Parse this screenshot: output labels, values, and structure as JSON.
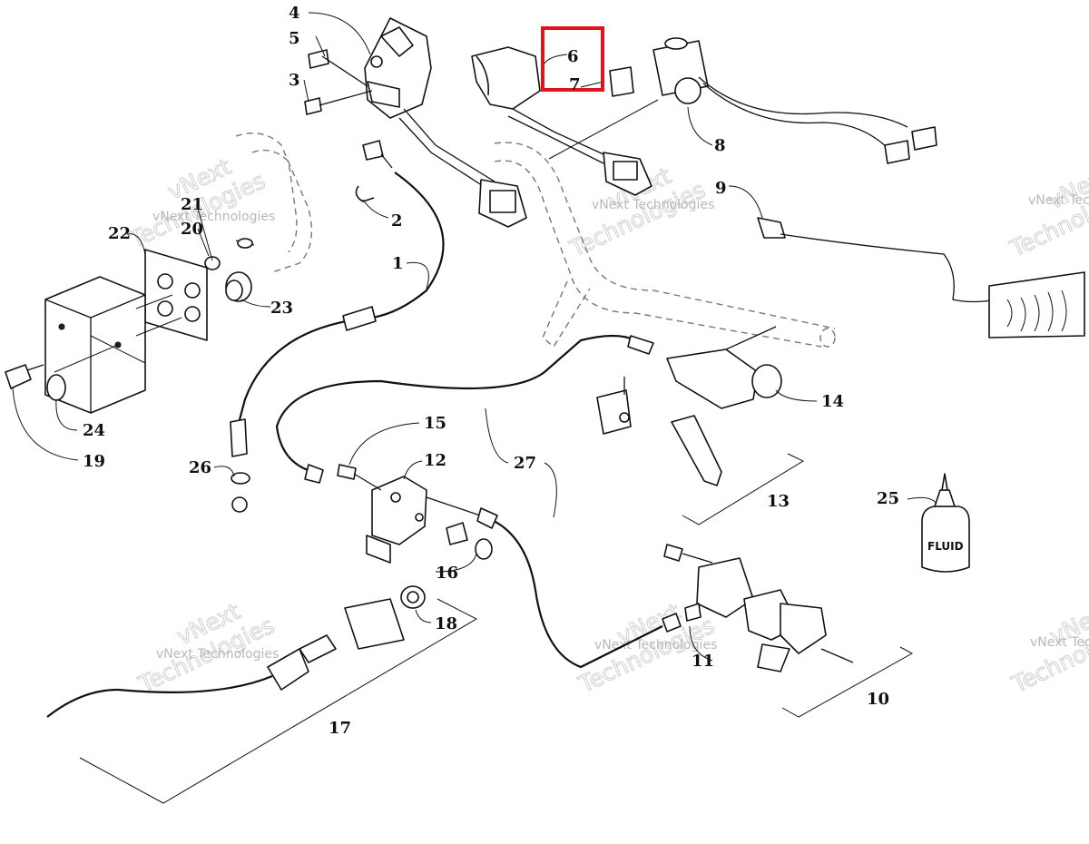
{
  "diagram": {
    "callouts": [
      {
        "id": "c1",
        "text": "1"
      },
      {
        "id": "c2",
        "text": "2"
      },
      {
        "id": "c3",
        "text": "3"
      },
      {
        "id": "c4",
        "text": "4"
      },
      {
        "id": "c5",
        "text": "5"
      },
      {
        "id": "c6",
        "text": "6"
      },
      {
        "id": "c7",
        "text": "7"
      },
      {
        "id": "c8",
        "text": "8"
      },
      {
        "id": "c9",
        "text": "9"
      },
      {
        "id": "c10",
        "text": "10"
      },
      {
        "id": "c11",
        "text": "11"
      },
      {
        "id": "c12",
        "text": "12"
      },
      {
        "id": "c13",
        "text": "13"
      },
      {
        "id": "c14",
        "text": "14"
      },
      {
        "id": "c15",
        "text": "15"
      },
      {
        "id": "c16",
        "text": "16"
      },
      {
        "id": "c17",
        "text": "17"
      },
      {
        "id": "c18",
        "text": "18"
      },
      {
        "id": "c19",
        "text": "19"
      },
      {
        "id": "c20",
        "text": "20"
      },
      {
        "id": "c21",
        "text": "21"
      },
      {
        "id": "c22",
        "text": "22"
      },
      {
        "id": "c23",
        "text": "23"
      },
      {
        "id": "c24",
        "text": "24"
      },
      {
        "id": "c25",
        "text": "25"
      },
      {
        "id": "c26",
        "text": "26"
      },
      {
        "id": "c27",
        "text": "27"
      }
    ],
    "fluid_label": "FLUID",
    "highlight_color": "#e0141e",
    "highlighted_callouts": [
      "6",
      "7"
    ]
  },
  "watermark": {
    "line1": "vNext Technologies",
    "line2": "vNext",
    "line3": "Technologies"
  }
}
